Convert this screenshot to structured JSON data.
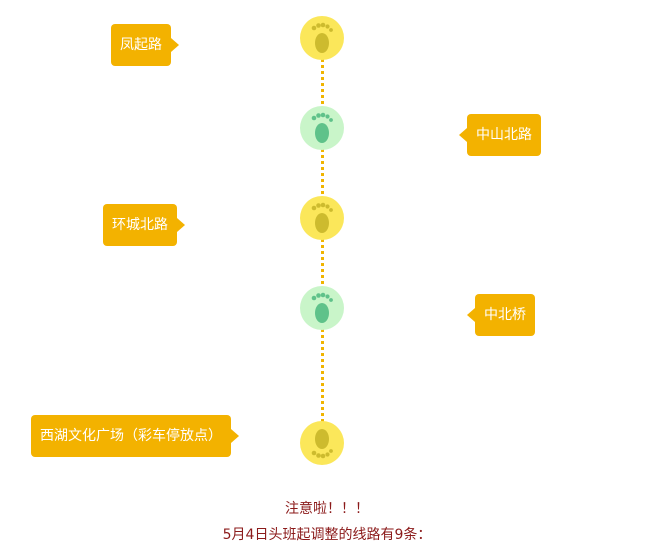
{
  "route": {
    "stops": [
      {
        "label": "凤起路",
        "side": "left",
        "node_color": "yellow",
        "icon": "footprint-icon"
      },
      {
        "label": "中山北路",
        "side": "right",
        "node_color": "green",
        "icon": "footprint-icon"
      },
      {
        "label": "环城北路",
        "side": "left",
        "node_color": "yellow",
        "icon": "footprint-icon"
      },
      {
        "label": "中北桥",
        "side": "right",
        "node_color": "green",
        "icon": "footprint-icon"
      },
      {
        "label": "西湖文化广场（彩车停放点）",
        "side": "left",
        "node_color": "yellow",
        "icon": "footprint-icon"
      }
    ],
    "colors": {
      "label_bg": "#f3b200",
      "line": "#f0b400",
      "node_yellow": "#fbe75a",
      "node_green": "#c9f5c9",
      "foot_yellow": "#cdbb2e",
      "foot_green": "#5fc28a",
      "notice_text": "#8b1a1a"
    }
  },
  "notice": {
    "title": "注意啦！！！",
    "subtitle": "5月4日头班起调整的线路有9条："
  }
}
